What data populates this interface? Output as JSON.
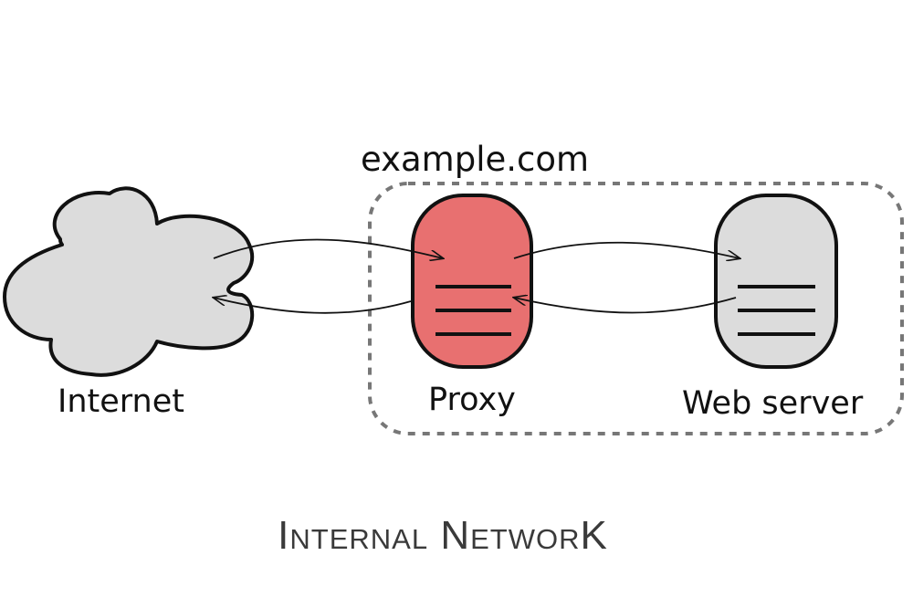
{
  "diagram": {
    "domain": "example.com",
    "nodes": {
      "internet": {
        "label": "Internet",
        "color": "#dcdcdc"
      },
      "proxy": {
        "label": "Proxy",
        "color": "#e87070"
      },
      "webserver": {
        "label": "Web server",
        "color": "#dcdcdc"
      }
    },
    "boundary_color": "#777777",
    "caption": "Internal NetworK"
  }
}
